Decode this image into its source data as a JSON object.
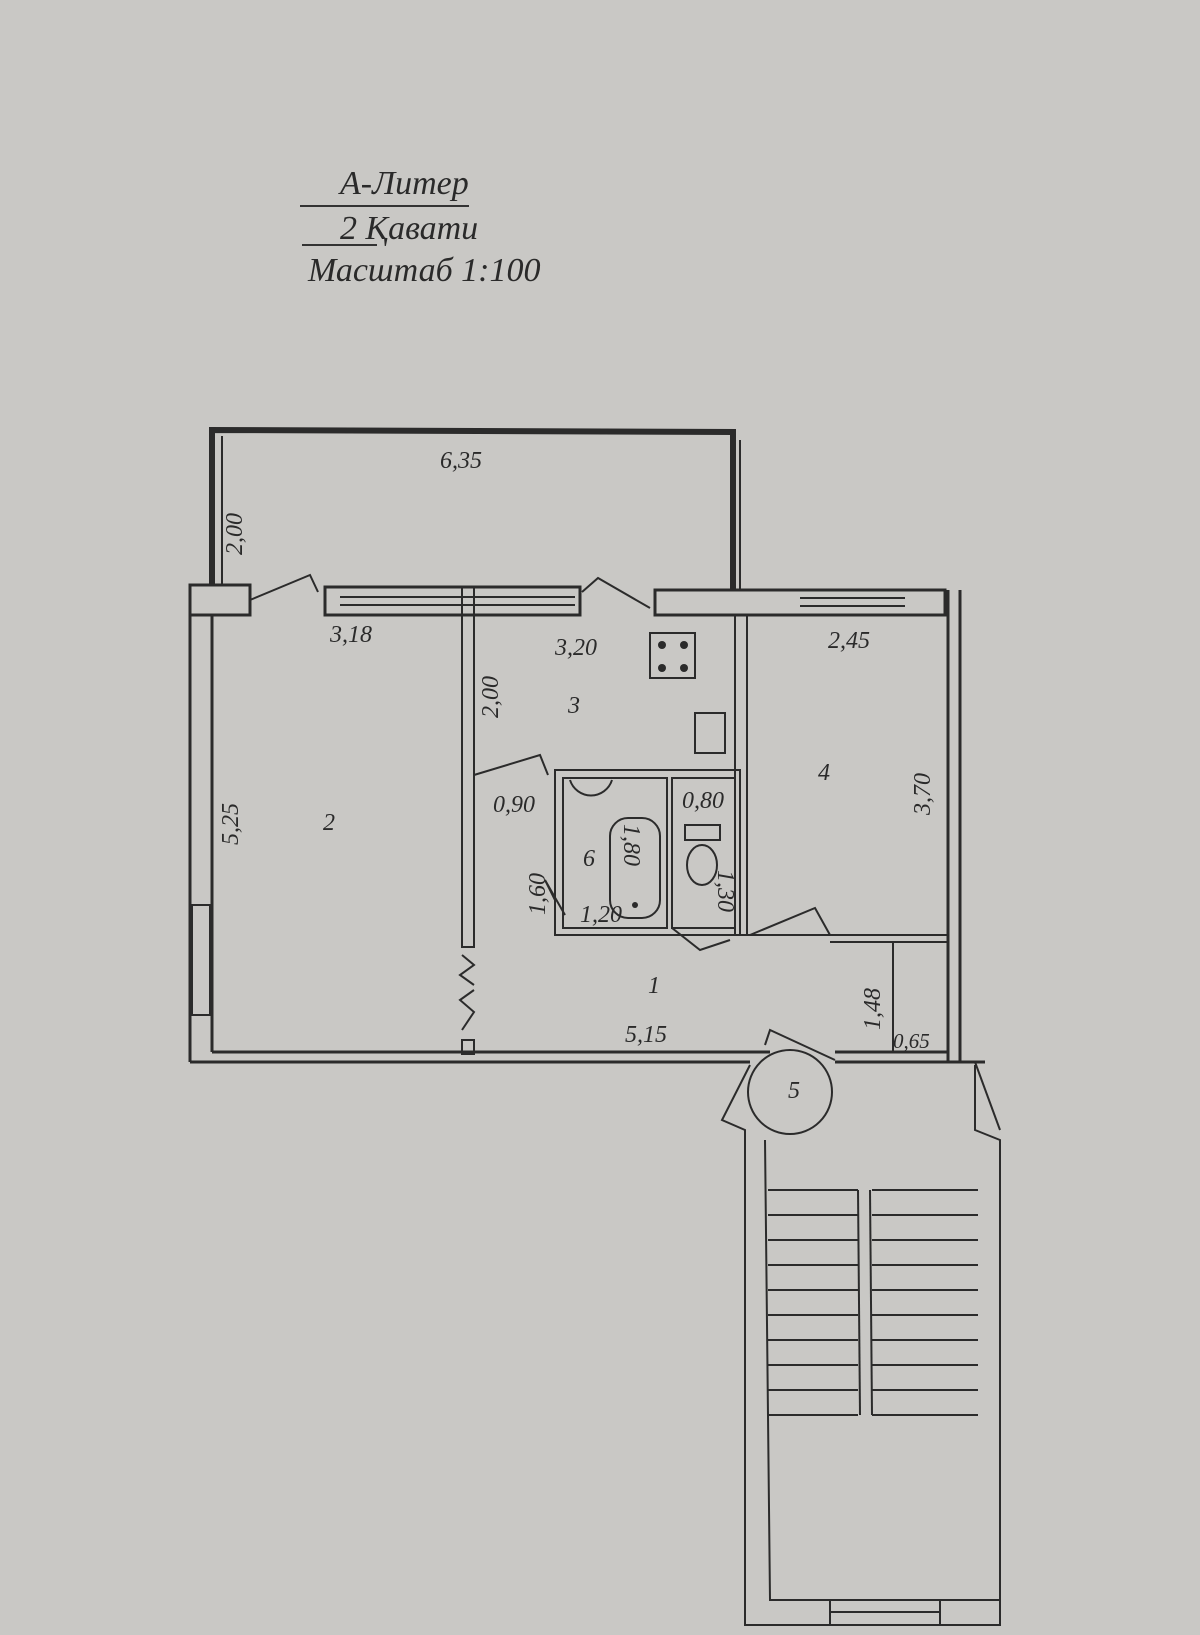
{
  "header": {
    "liter": "А-Литер",
    "floor": "2 Қавати",
    "scale": "Масштаб 1:100"
  },
  "rooms": [
    {
      "number": "1"
    },
    {
      "number": "2"
    },
    {
      "number": "3"
    },
    {
      "number": "4"
    },
    {
      "number": "5"
    },
    {
      "number": "6"
    }
  ],
  "dimensions": {
    "balcony_width": "6,35",
    "balcony_depth": "2,00",
    "room2_width": "3,18",
    "room2_length": "5,25",
    "kitchen_width": "3,20",
    "kitchen_depth": "2,00",
    "room4_width": "2,45",
    "room4_length": "3,70",
    "hall_door": "0,90",
    "wc_width": "0,80",
    "wc_length": "1,30",
    "bath_length": "1,80",
    "bathroom_width": "1,20",
    "bathroom_length": "1,60",
    "hall_length": "5,15",
    "closet_length": "1,48",
    "closet_width": "0,65"
  },
  "colors": {
    "paper": "#c9c8c5",
    "ink": "#2b2b2b"
  }
}
